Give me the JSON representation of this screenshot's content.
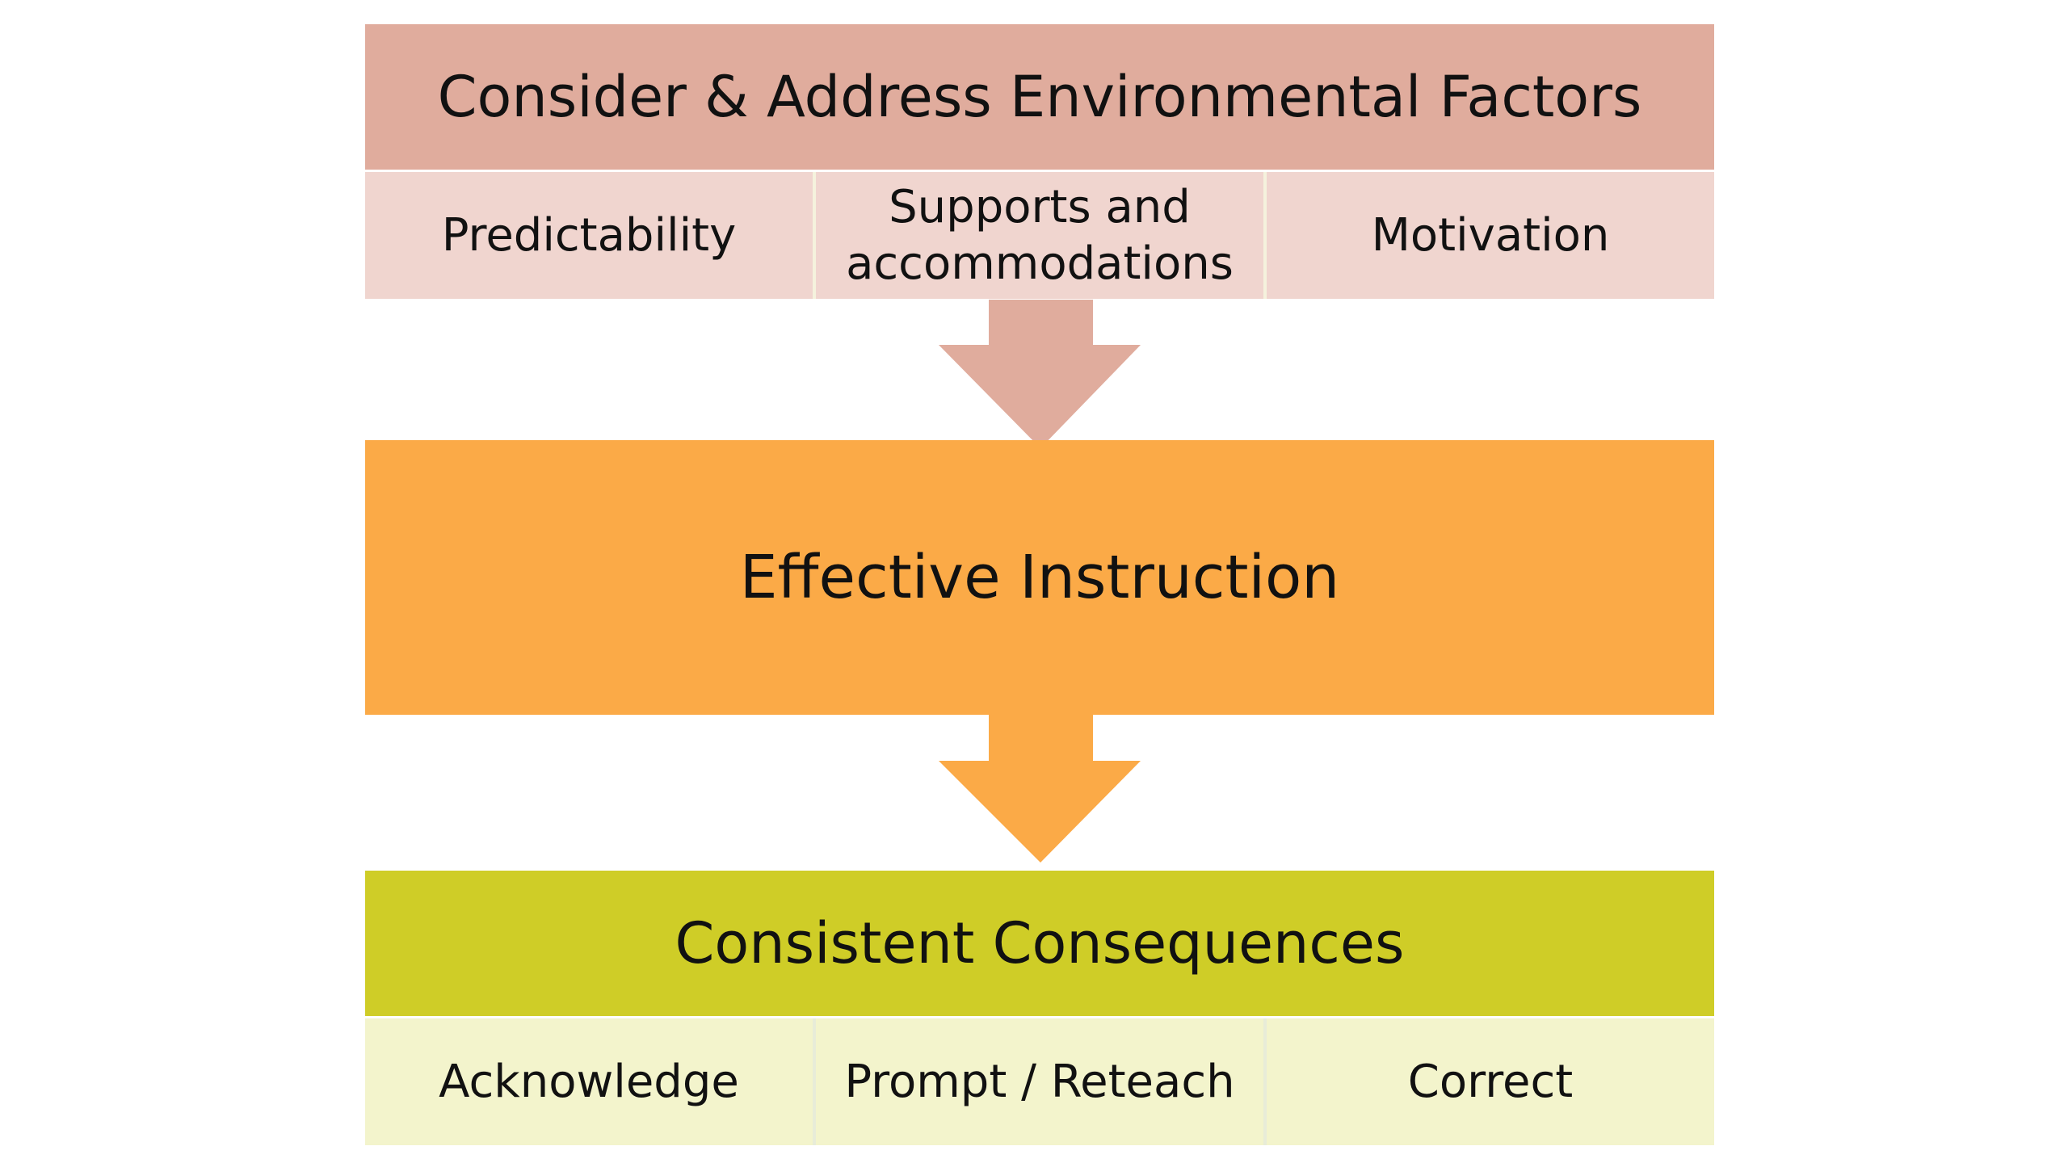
{
  "diagram": {
    "environment": {
      "title": "Consider & Address Environmental Factors",
      "items": [
        {
          "label": "Predictability"
        },
        {
          "label": "Supports and\naccommodations"
        },
        {
          "label": "Motivation"
        }
      ]
    },
    "instruction": {
      "title": "Effective Instruction"
    },
    "consequences": {
      "title": "Consistent Consequences",
      "items": [
        {
          "label": "Acknowledge"
        },
        {
          "label": "Prompt / Reteach"
        },
        {
          "label": "Correct"
        }
      ]
    }
  },
  "colors": {
    "env_header": "#e0ac9d",
    "env_cell": "#f0d5cf",
    "instruction": "#fbaa47",
    "cons_header": "#cfcd27",
    "cons_cell": "#f3f4cc",
    "arrow_pink": "#e0ac9d",
    "arrow_orange": "#fbaa47"
  }
}
